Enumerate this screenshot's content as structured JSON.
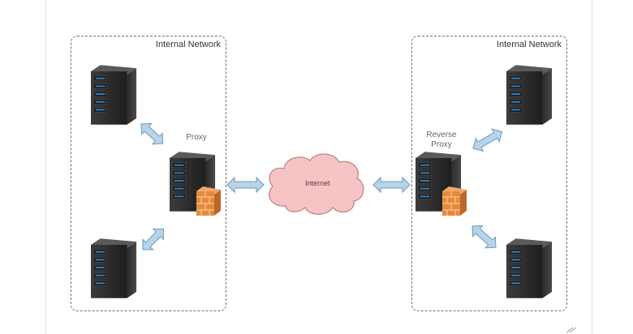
{
  "zones": {
    "left": {
      "label": "Internal Network"
    },
    "right": {
      "label": "Internal Network"
    }
  },
  "nodes": {
    "proxy": {
      "label": "Proxy"
    },
    "reverse_proxy": {
      "label_line1": "Reverse",
      "label_line2": "Proxy"
    },
    "internet": {
      "label": "Internet"
    }
  },
  "icons": {
    "server": "server-icon",
    "firewall": "firewall-icon",
    "cloud": "cloud-icon",
    "arrow": "double-arrow-icon"
  },
  "colors": {
    "arrow_fill": "#b8d4e8",
    "arrow_stroke": "#6e9ab8",
    "cloud_fill": "#f6c4c4",
    "cloud_stroke": "#c08080",
    "server_body": "#2f2f2f",
    "server_light": "#2f7fc1",
    "firewall": "#e58a3a"
  }
}
